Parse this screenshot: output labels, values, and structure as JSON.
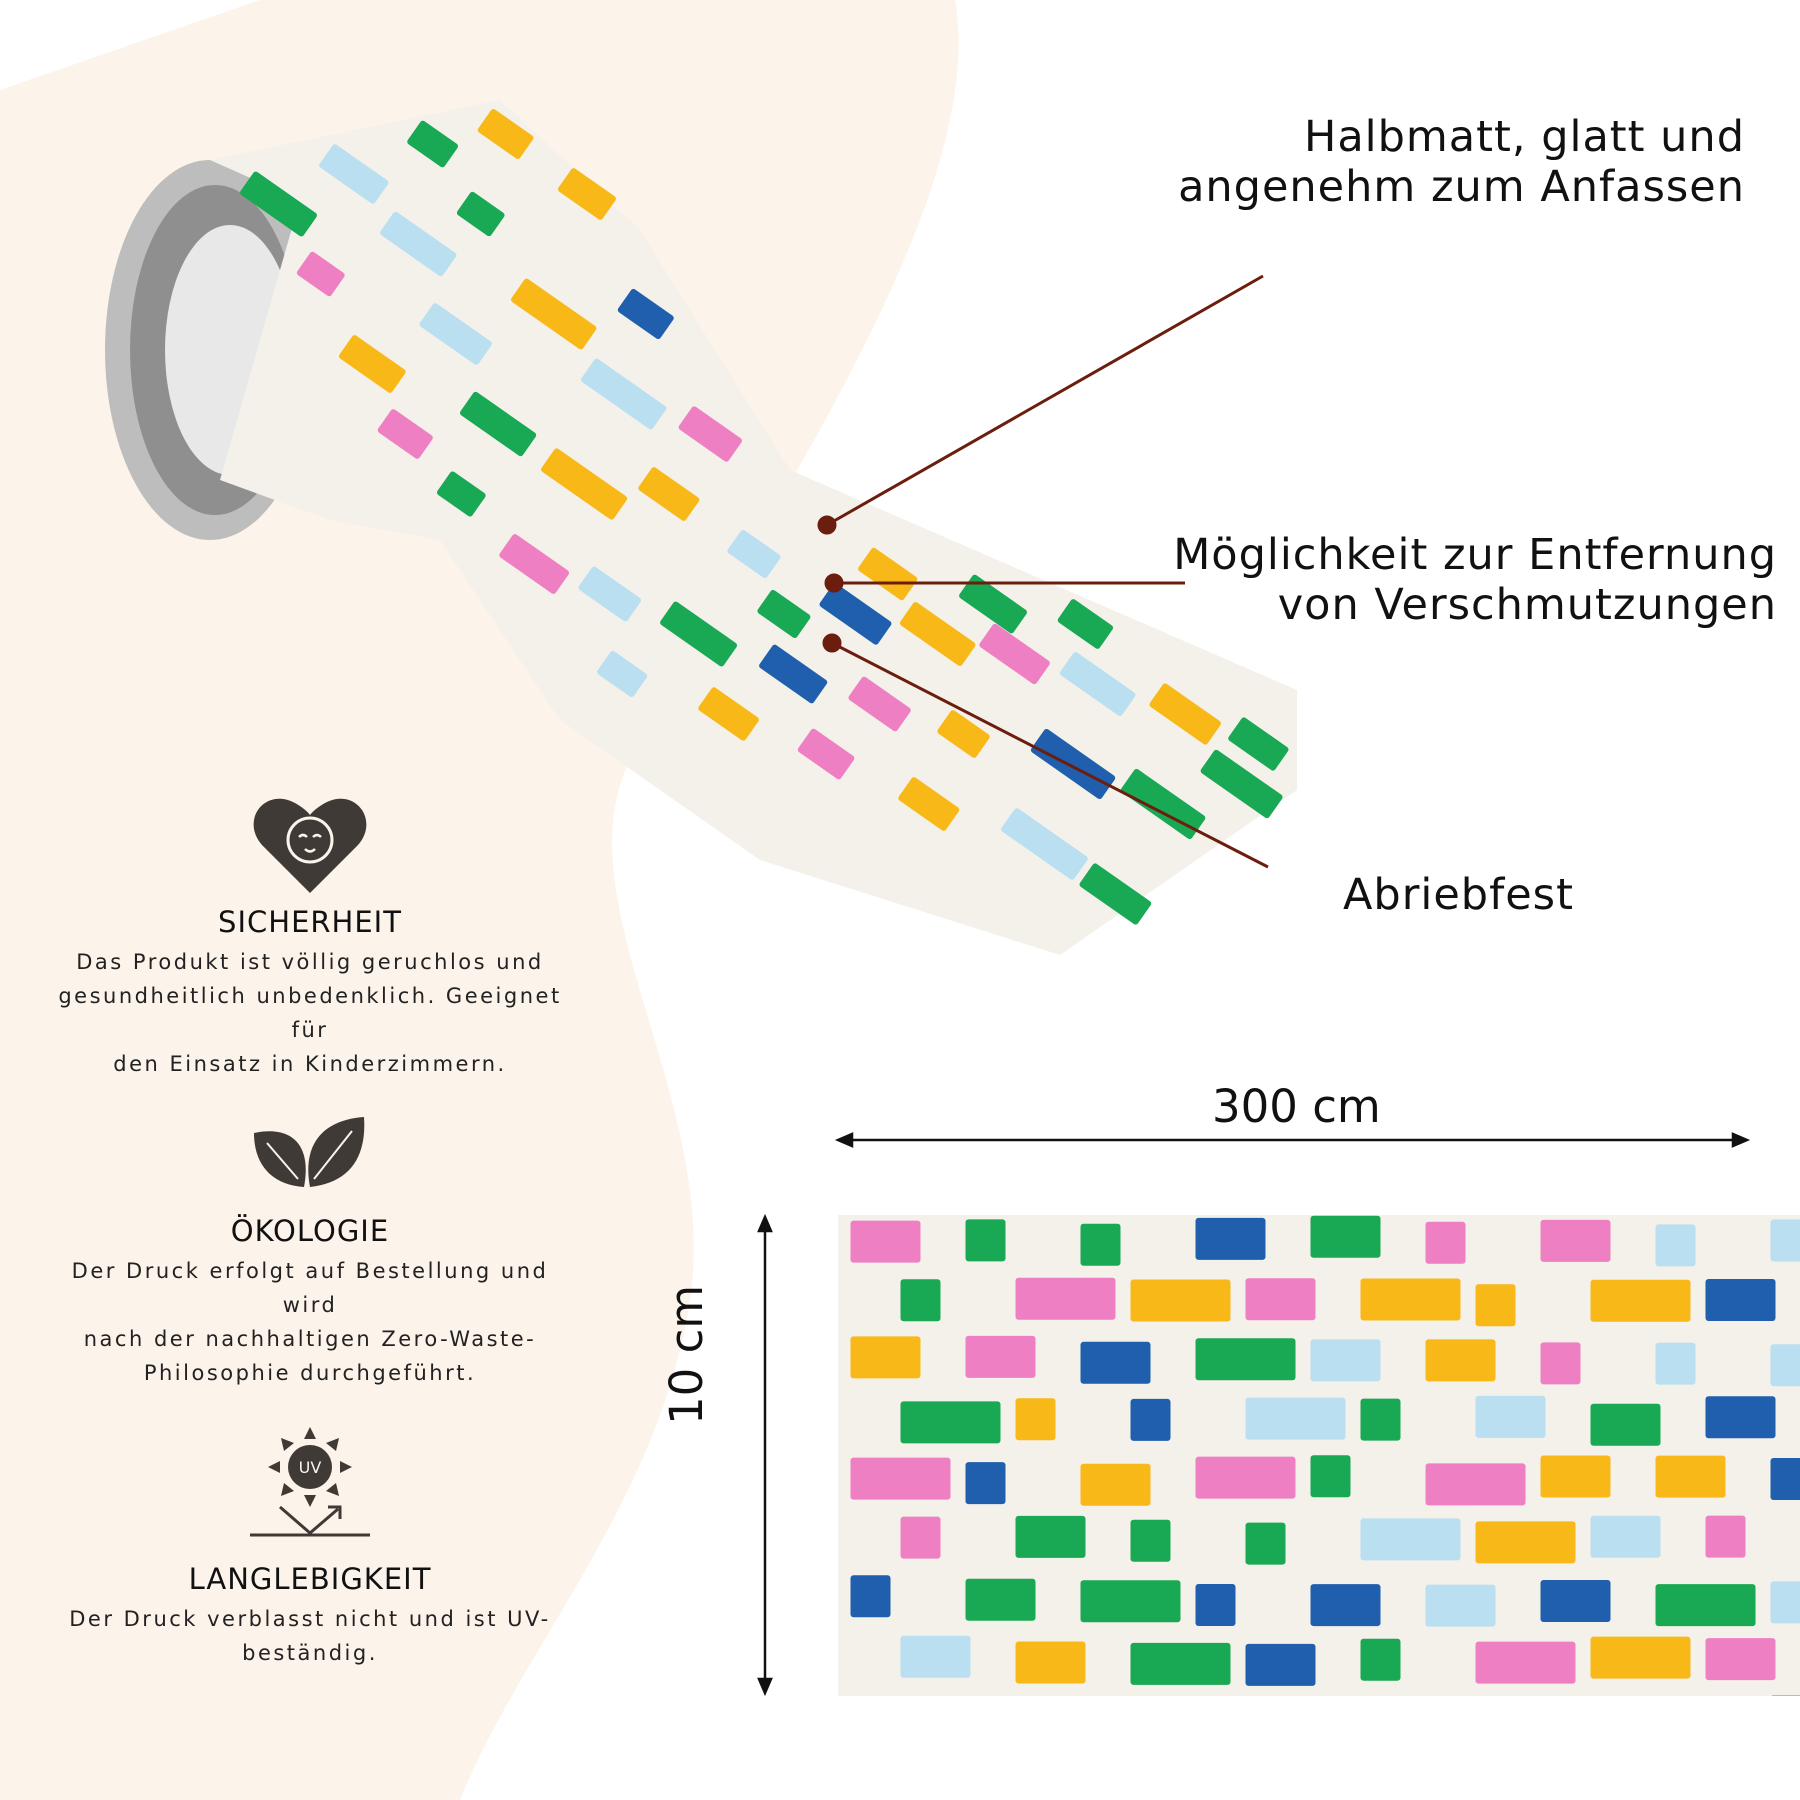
{
  "callouts": {
    "finish": [
      "Halbmatt, glatt und",
      "angenehm zum Anfassen"
    ],
    "cleaning": [
      "Möglichkeit zur Entfernung",
      "von Verschmutzungen"
    ],
    "abrasion": "Abriebfest"
  },
  "features": [
    {
      "icon": "baby-heart-icon",
      "title": "SICHERHEIT",
      "lines": [
        "Das Produkt ist völlig geruchlos und",
        "gesundheitlich unbedenklich. Geeignet für",
        "den Einsatz in Kinderzimmern."
      ]
    },
    {
      "icon": "leaves-icon",
      "title": "ÖKOLOGIE",
      "lines": [
        "Der Druck erfolgt auf Bestellung und wird",
        "nach der nachhaltigen Zero-Waste-",
        "Philosophie durchgeführt."
      ]
    },
    {
      "icon": "uv-sun-icon",
      "title": "LANGLEBIGKEIT",
      "lines": [
        "Der Druck verblasst nicht und ist UV-",
        "beständig."
      ]
    }
  ],
  "uv_icon_label": "UV",
  "dimensions": {
    "width": "300 cm",
    "height": "10 cm"
  },
  "colors": {
    "background_beige": "#fcf3ea",
    "strip_base": "#f4f1ea",
    "callout_line": "#6b1e0e",
    "icon_dark": "#3f3a36",
    "bricks": [
      "#ef7fc3",
      "#f7b818",
      "#19a853",
      "#1f5fad",
      "#b9dff0"
    ]
  }
}
